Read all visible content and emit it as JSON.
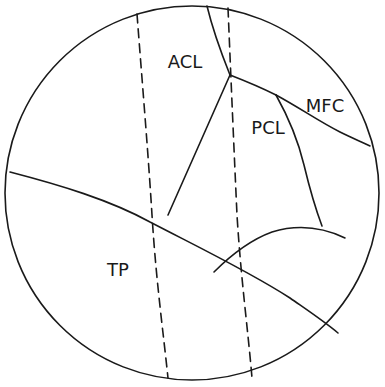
{
  "diagram": {
    "labels": [
      "ACL",
      "MFC",
      "PCL",
      "TP"
    ]
  }
}
